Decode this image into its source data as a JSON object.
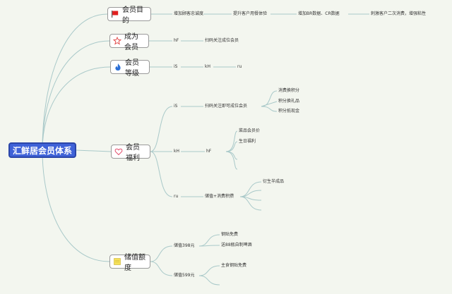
{
  "root": {
    "label": "汇鲜居会员体系"
  },
  "branches": [
    {
      "label": "会员目的",
      "icon": "red-flag-icon"
    },
    {
      "label": "成为会员",
      "icon": "star-outline-icon"
    },
    {
      "label": "会员等级",
      "icon": "flame-icon"
    },
    {
      "label": "会员福利",
      "icon": "heart-outline-icon"
    },
    {
      "label": "储值额度",
      "icon": "note-icon"
    }
  ],
  "purpose_chain": [
    "增加顾客忠诚度",
    "提升客户用餐体验",
    "增加BR数据、CR数据",
    "刺激客户二次消费，增强粘性"
  ],
  "become": {
    "level": "hF",
    "text": "扫码关注成位会员"
  },
  "levels": [
    "iS",
    "kH",
    "ru"
  ],
  "benefits": {
    "is": {
      "level": "iS",
      "text": "扫码关注即可成位会员",
      "items": [
        "消费换积分",
        "积分换礼品",
        "积分抵现金"
      ]
    },
    "kh": {
      "level": "kH",
      "sub": "hF",
      "items": [
        "菜品会员价",
        "生日福利",
        "",
        ""
      ]
    },
    "ru": {
      "level": "ru",
      "text": "储值+消费积攒",
      "items": [
        "衍生半成品",
        "",
        "",
        ""
      ]
    }
  },
  "stored": [
    {
      "label": "储值398元",
      "items": [
        "钢贴免费",
        "送88瓶自制啤酒"
      ]
    },
    {
      "label": "储值599元",
      "items": [
        "主食钢贴免费",
        ""
      ]
    }
  ]
}
